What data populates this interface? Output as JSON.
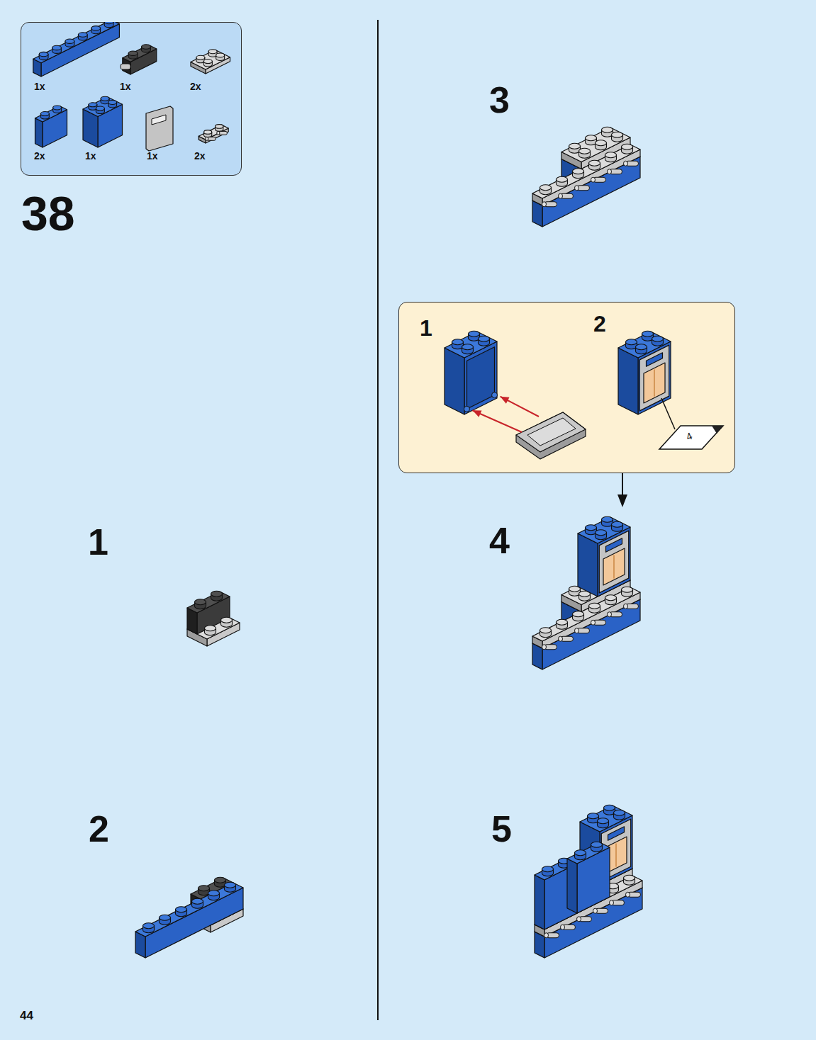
{
  "diagram": {
    "nodes": [
      {
        "text": [
          "1x",
          "1x",
          "2x",
          "2x",
          "1x",
          "1x",
          "2x"
        ]
      },
      {
        "text": [
          "1",
          "2"
        ]
      }
    ],
    "labels": [
      "38",
      "3",
      "4",
      "1",
      "4",
      "2",
      "5",
      "44"
    ]
  }
}
